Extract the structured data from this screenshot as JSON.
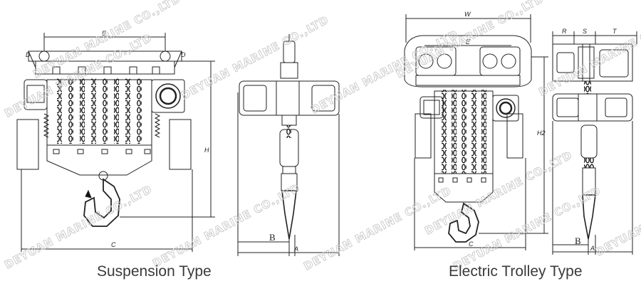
{
  "captions": {
    "suspension": "Suspension Type",
    "trolley": "Electric Trolley Type"
  },
  "dimensions": {
    "suspension_front": {
      "E": "E",
      "D_left": "D",
      "D_right": "D",
      "H": "H",
      "C": "C"
    },
    "suspension_side": {
      "B": "B",
      "A": "A"
    },
    "trolley_front": {
      "W": "W",
      "E": "E",
      "H2": "H2",
      "C": "C"
    },
    "trolley_side": {
      "R": "R",
      "S": "S",
      "T": "T",
      "B": "B",
      "A": "A"
    }
  },
  "watermark": "DEYUAN MARINE CO.,LTD"
}
